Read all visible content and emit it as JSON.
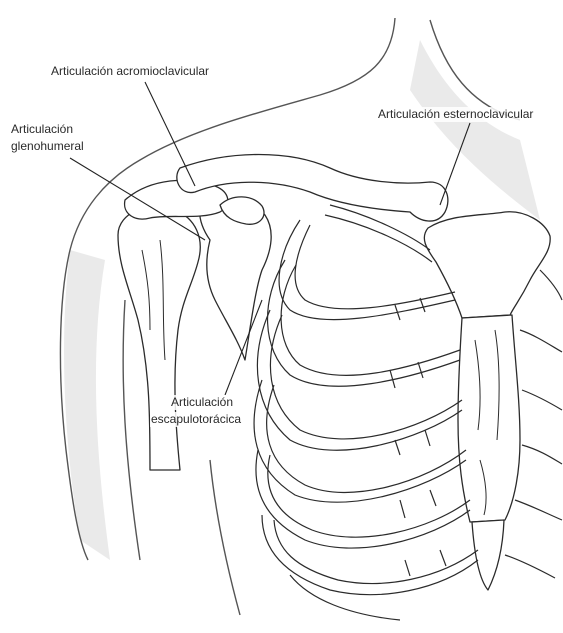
{
  "labels": {
    "acromioclavicular": "Articulación acromioclavicular",
    "esternoclavicular": "Articulación esternoclavicular",
    "glenohumeral_line1": "Articulación",
    "glenohumeral_line2": "glenohumeral",
    "escapulotoracica_line1": "Articulación",
    "escapulotoracica_line2": "escapulotorácica"
  }
}
